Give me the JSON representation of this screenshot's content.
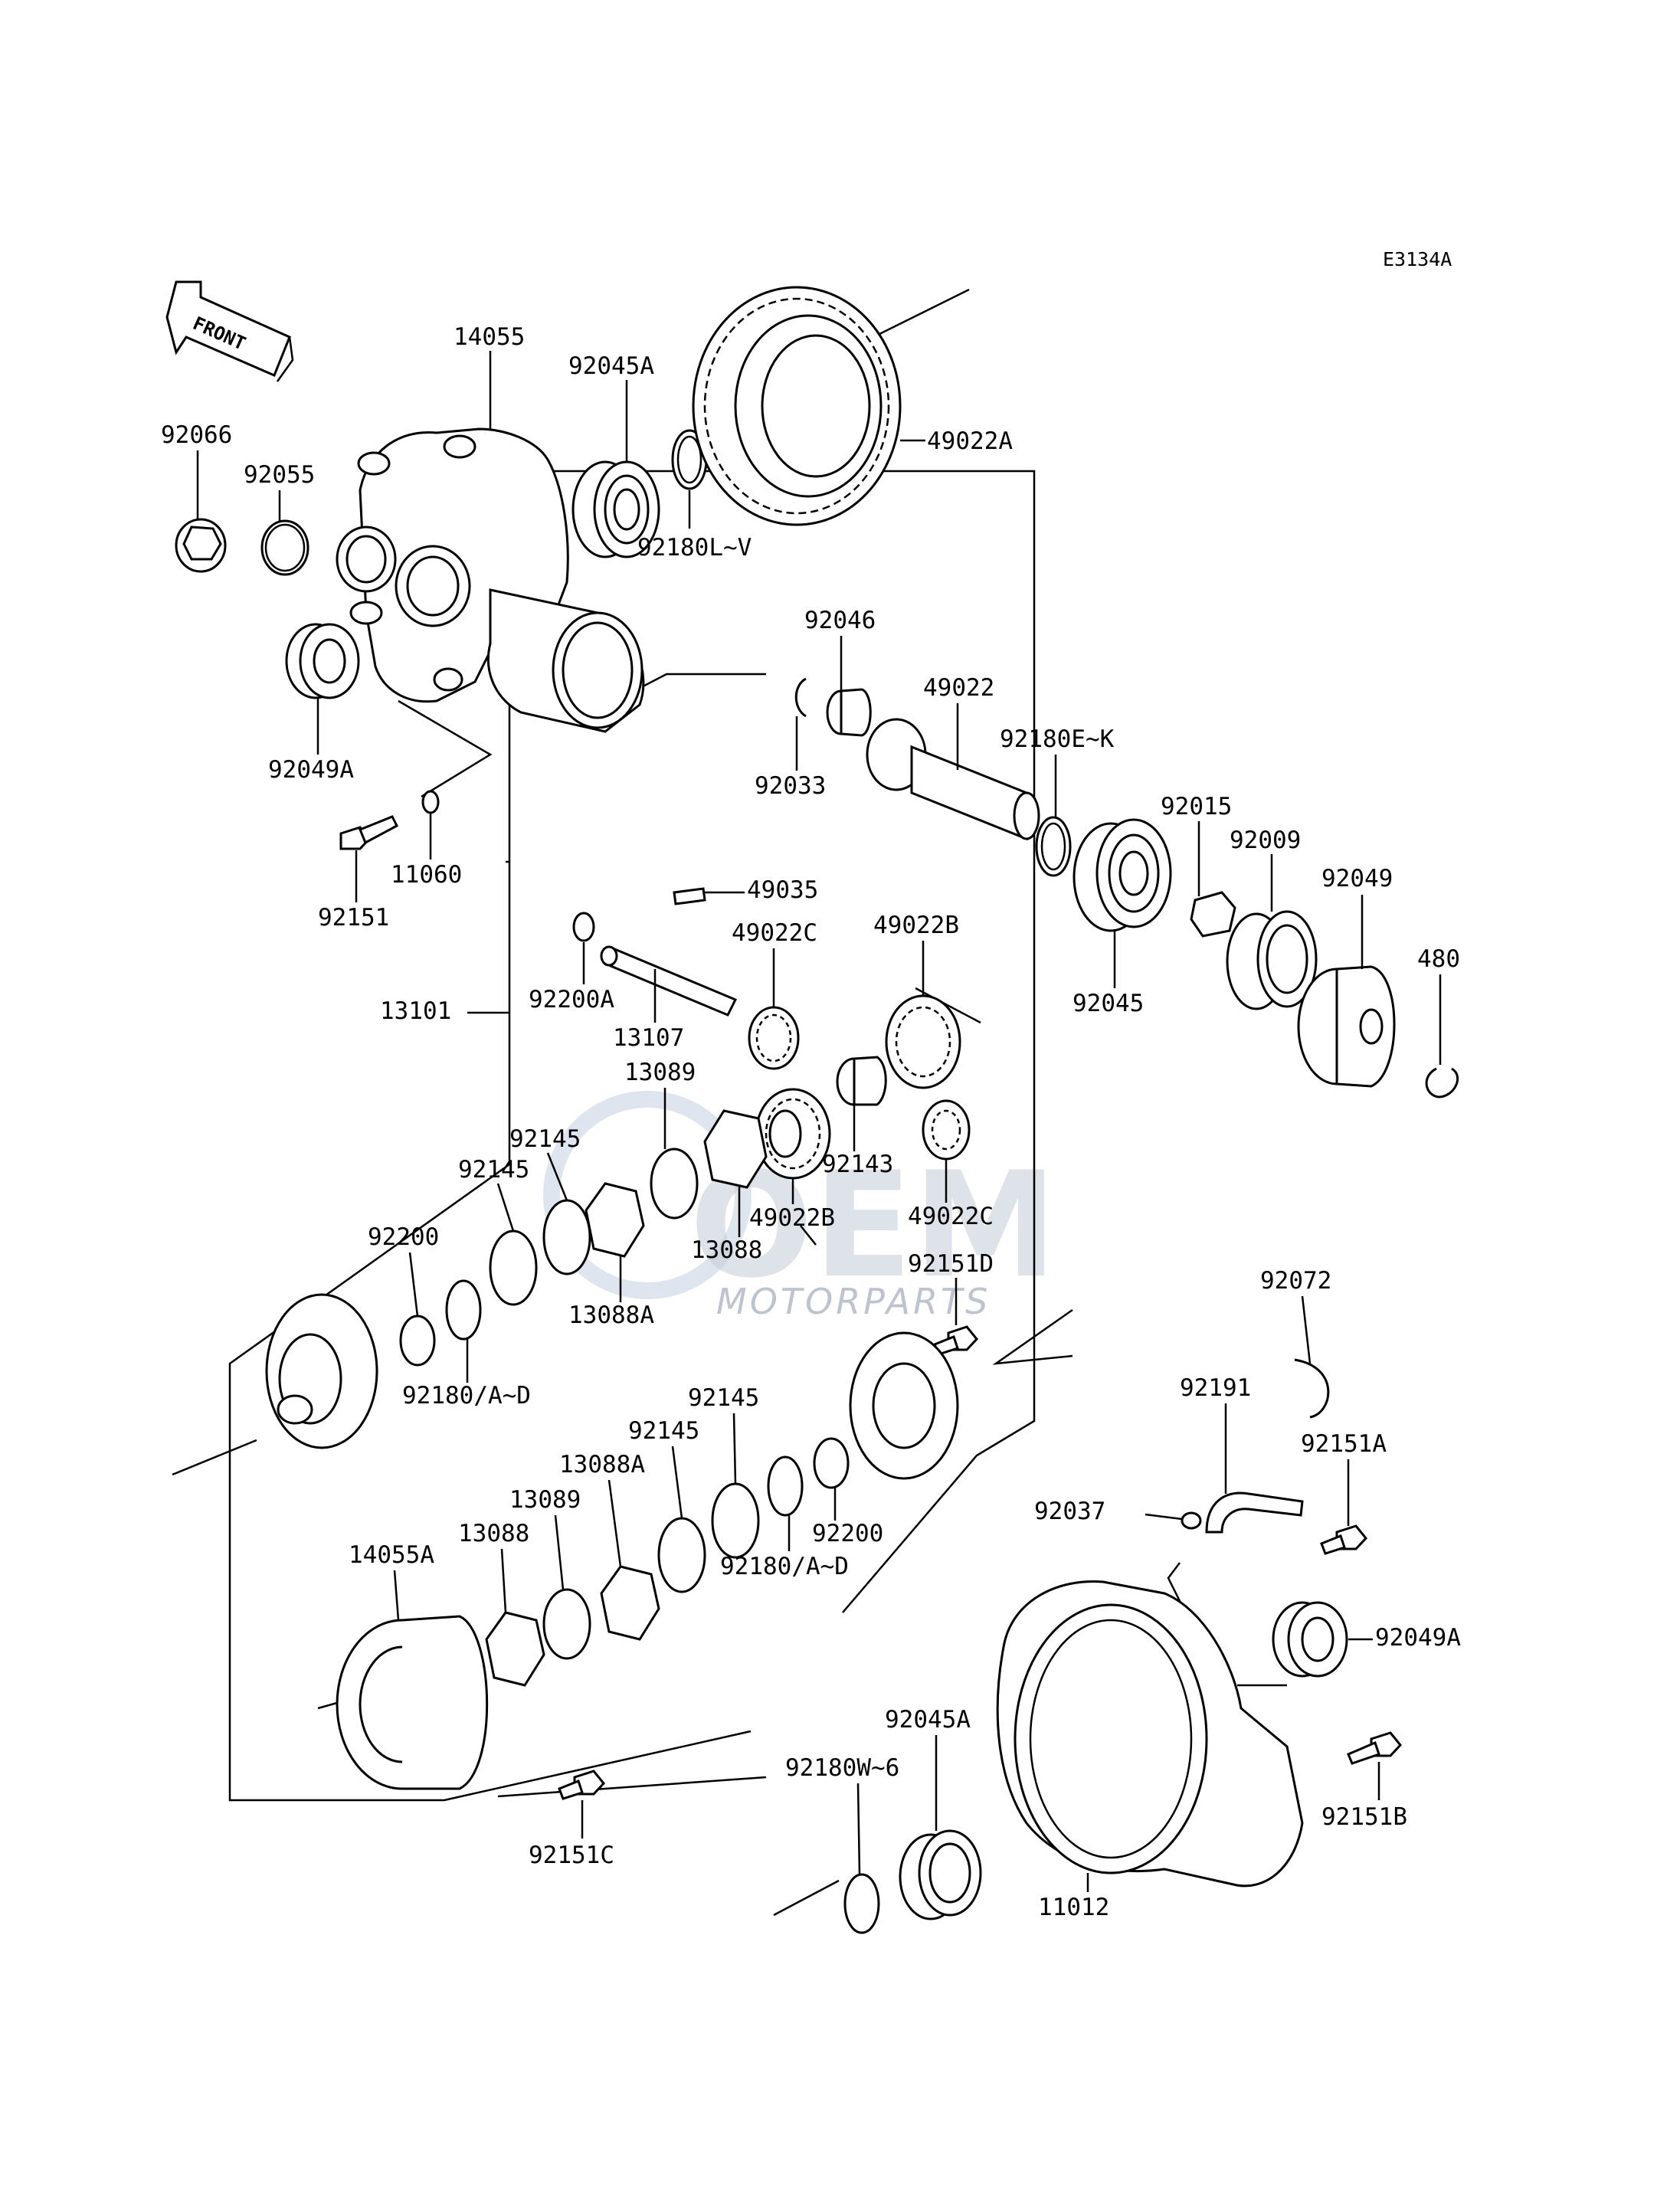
{
  "diagram_code": "E3134A",
  "front_marker": "FRONT",
  "watermark": {
    "logo_text": "OEM",
    "sub_text": "MOTORPARTS"
  },
  "labels": {
    "p14055": "14055",
    "p92045A_top": "92045A",
    "p49022A": "49022A",
    "p92066": "92066",
    "p92055": "92055",
    "p92180LV": "92180L~V",
    "p92046": "92046",
    "p49022": "49022",
    "p92180EK": "92180E~K",
    "p92049A_top": "92049A",
    "p92033": "92033",
    "p92015": "92015",
    "p92009": "92009",
    "p92049": "92049",
    "p480": "480",
    "p11060": "11060",
    "p92151": "92151",
    "p49035": "49035",
    "p49022C_top": "49022C",
    "p49022B_top": "49022B",
    "p92200A": "92200A",
    "p13101": "13101",
    "p13107": "13107",
    "p92045_mid": "92045",
    "p13089_up": "13089",
    "p92145_a": "92145",
    "p92145_b": "92145",
    "p92143": "92143",
    "p49022B_low": "49022B",
    "p49022C_low": "49022C",
    "p13088_up": "13088",
    "p92200_up": "92200",
    "p13088A_up": "13088A",
    "p92151D": "92151D",
    "p92072": "92072",
    "p92180AD_up": "92180/A~D",
    "p92145_c": "92145",
    "p92145_d": "92145",
    "p92191": "92191",
    "p13088A_low": "13088A",
    "p92151A": "92151A",
    "p13089_low": "13089",
    "p13088_low": "13088",
    "p92037": "92037",
    "p92200_low": "92200",
    "p14055A": "14055A",
    "p92180AD_low": "92180/A~D",
    "p92049A_low": "92049A",
    "p92045A_low": "92045A",
    "p92180W6": "92180W~6",
    "p92151B": "92151B",
    "p92151C": "92151C",
    "p11012": "11012"
  }
}
